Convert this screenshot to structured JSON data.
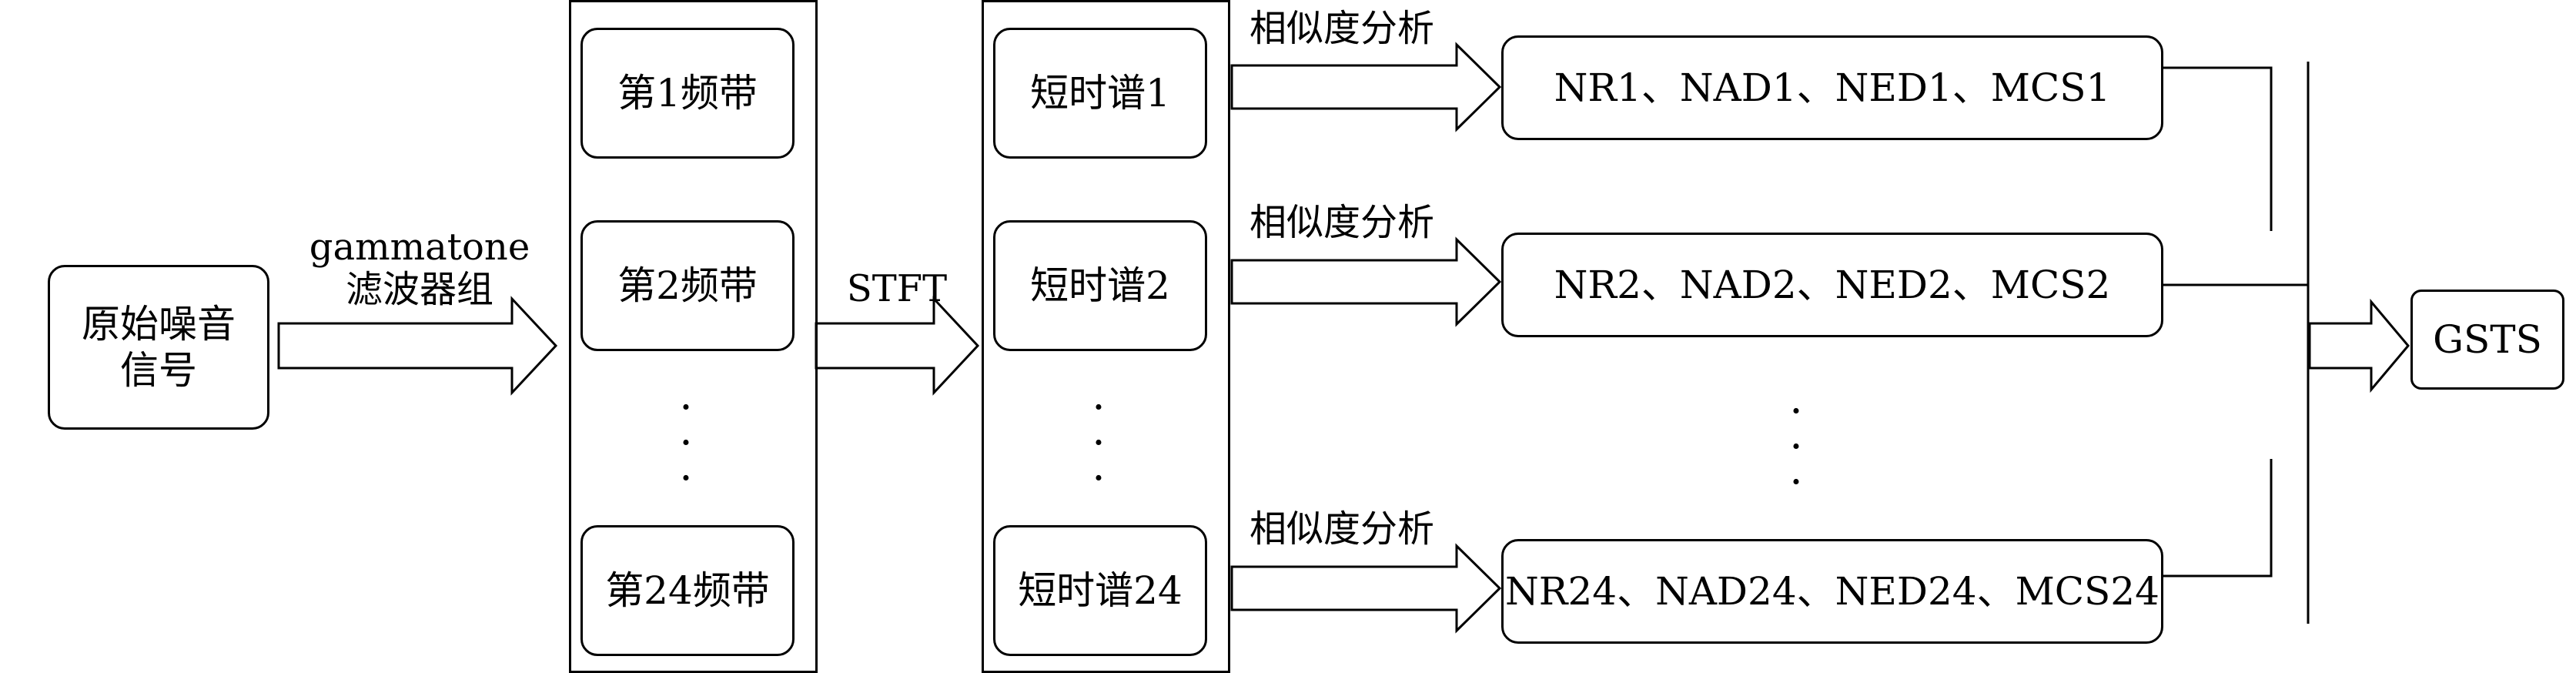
{
  "source": {
    "line1": "原始噪音",
    "line2": "信号"
  },
  "filter_label": {
    "line1": "gammatone",
    "line2": "滤波器组"
  },
  "bands": [
    "第1频带",
    "第2频带",
    "第24频带"
  ],
  "stft_label": "STFT",
  "spectra": [
    "短时谱1",
    "短时谱2",
    "短时谱24"
  ],
  "analysis_label": "相似度分析",
  "metrics": [
    "NR1、NAD1、NED1、MCS1",
    "NR2、NAD2、NED2、MCS2",
    "NR24、NAD24、NED24、MCS24"
  ],
  "ellipsis": ".",
  "output": "GSTS"
}
